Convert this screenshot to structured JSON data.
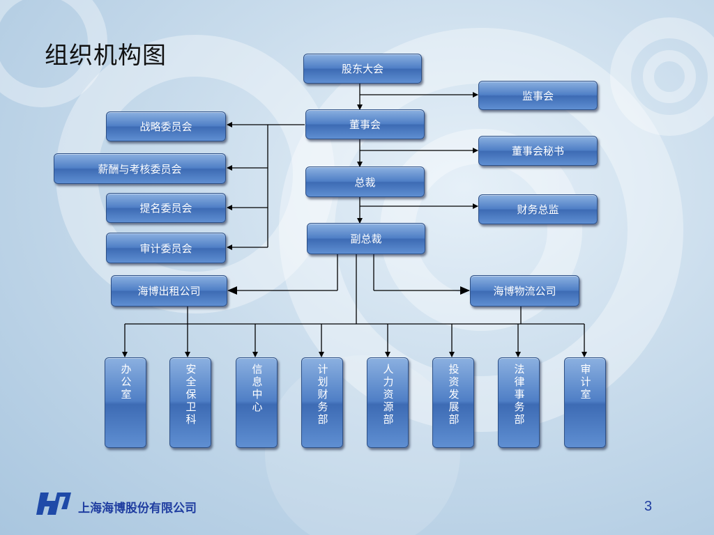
{
  "title": "组织机构图",
  "nodes": {
    "shareholders": "股东大会",
    "supervisory": "监事会",
    "board": "董事会",
    "board_secretary": "董事会秘书",
    "president": "总裁",
    "cfo": "财务总监",
    "vice_president": "副总裁",
    "strategy": "战略委员会",
    "compensation": "薪酬与考核委员会",
    "nomination": "提名委员会",
    "audit_committee": "审计委员会",
    "rental": "海博出租公司",
    "logistics": "海博物流公司"
  },
  "departments": [
    "办公室",
    "安全保卫科",
    "信息中心",
    "计划财务部",
    "人力资源部",
    "投资发展部",
    "法律事务部",
    "审计室"
  ],
  "footer": {
    "company": "上海海博股份有限公司",
    "page_number": "3"
  },
  "colors": {
    "box_top": "#8bb0e0",
    "box_bottom": "#3d6bb4",
    "footer_text": "#1f3da0"
  }
}
